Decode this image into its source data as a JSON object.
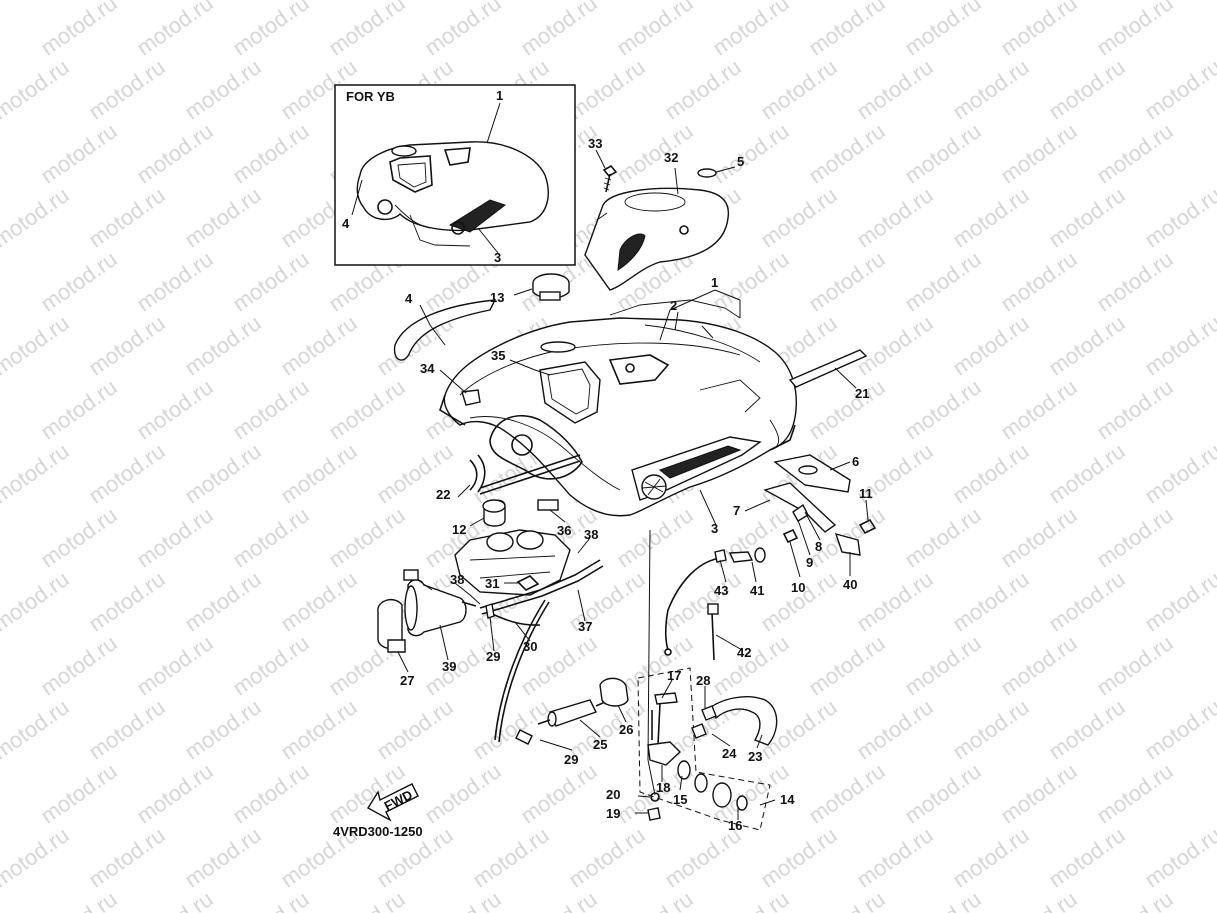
{
  "watermark": {
    "text": "motod.ru"
  },
  "inset": {
    "title": "FOR YB",
    "labels": [
      "1",
      "3",
      "4"
    ]
  },
  "drawing_code": "4VRD300-1250",
  "fwd_arrow": "FWD",
  "callouts": {
    "p1": "1",
    "p2": "2",
    "p3": "3",
    "p4": "4",
    "p5": "5",
    "p6": "6",
    "p7": "7",
    "p8": "8",
    "p9": "9",
    "p10": "10",
    "p11": "11",
    "p12": "12",
    "p13": "13",
    "p14": "14",
    "p15": "15",
    "p16": "16",
    "p17": "17",
    "p18": "18",
    "p19": "19",
    "p20": "20",
    "p21": "21",
    "p22": "22",
    "p23": "23",
    "p24": "24",
    "p25": "25",
    "p26": "26",
    "p27": "27",
    "p28": "28",
    "p29a": "29",
    "p29b": "29",
    "p30": "30",
    "p31": "31",
    "p32": "32",
    "p33": "33",
    "p34": "34",
    "p35": "35",
    "p36": "36",
    "p37": "37",
    "p38a": "38",
    "p38b": "38",
    "p39": "39",
    "p40": "40",
    "p41": "41",
    "p42": "42",
    "p43": "43"
  }
}
